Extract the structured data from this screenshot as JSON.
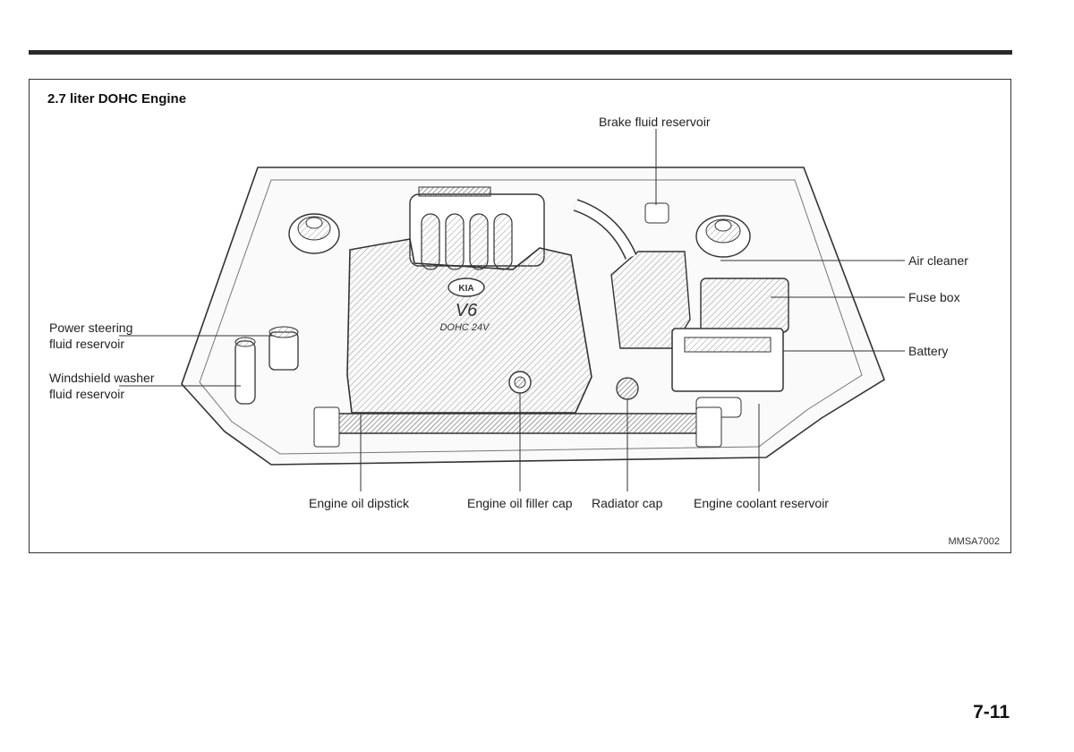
{
  "figure": {
    "title": "2.7 liter DOHC Engine",
    "code": "MMSA7002",
    "engine_badge": {
      "logo": "KIA",
      "model": "V6",
      "spec": "DOHC 24V"
    },
    "labels": {
      "brake_fluid_reservoir": "Brake fluid reservoir",
      "air_cleaner": "Air cleaner",
      "fuse_box": "Fuse box",
      "battery": "Battery",
      "power_steering_line1": "Power steering",
      "power_steering_line2": "fluid reservoir",
      "washer_line1": "Windshield washer",
      "washer_line2": "fluid reservoir",
      "engine_oil_dipstick": "Engine oil dipstick",
      "engine_oil_filler_cap": "Engine oil filler cap",
      "radiator_cap": "Radiator cap",
      "engine_coolant_reservoir": "Engine coolant reservoir"
    }
  },
  "page_number": "7-11"
}
